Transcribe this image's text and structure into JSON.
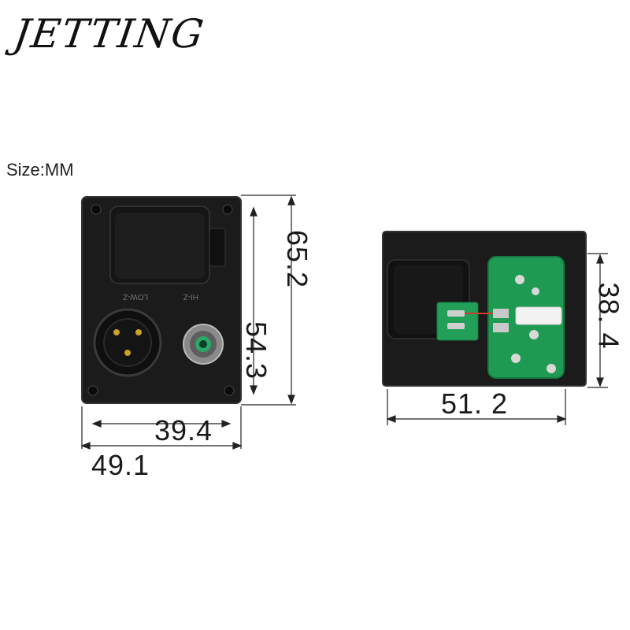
{
  "brand": {
    "logo_text": "JETTING"
  },
  "size_label": "Size:MM",
  "front_panel": {
    "jack_labels": [
      "LOW-Z",
      "HI-Z"
    ],
    "dimensions": {
      "height_outer": "65.2",
      "height_inner": "54.3",
      "width_inner": "39.4",
      "width_outer": "49.1"
    }
  },
  "rear_panel": {
    "dimensions": {
      "height": "38. 4",
      "width": "51. 2"
    }
  },
  "colors": {
    "panel": "#1b1b1b",
    "pcb": "#1f9a52",
    "jack_accent": "#2aa86a"
  }
}
